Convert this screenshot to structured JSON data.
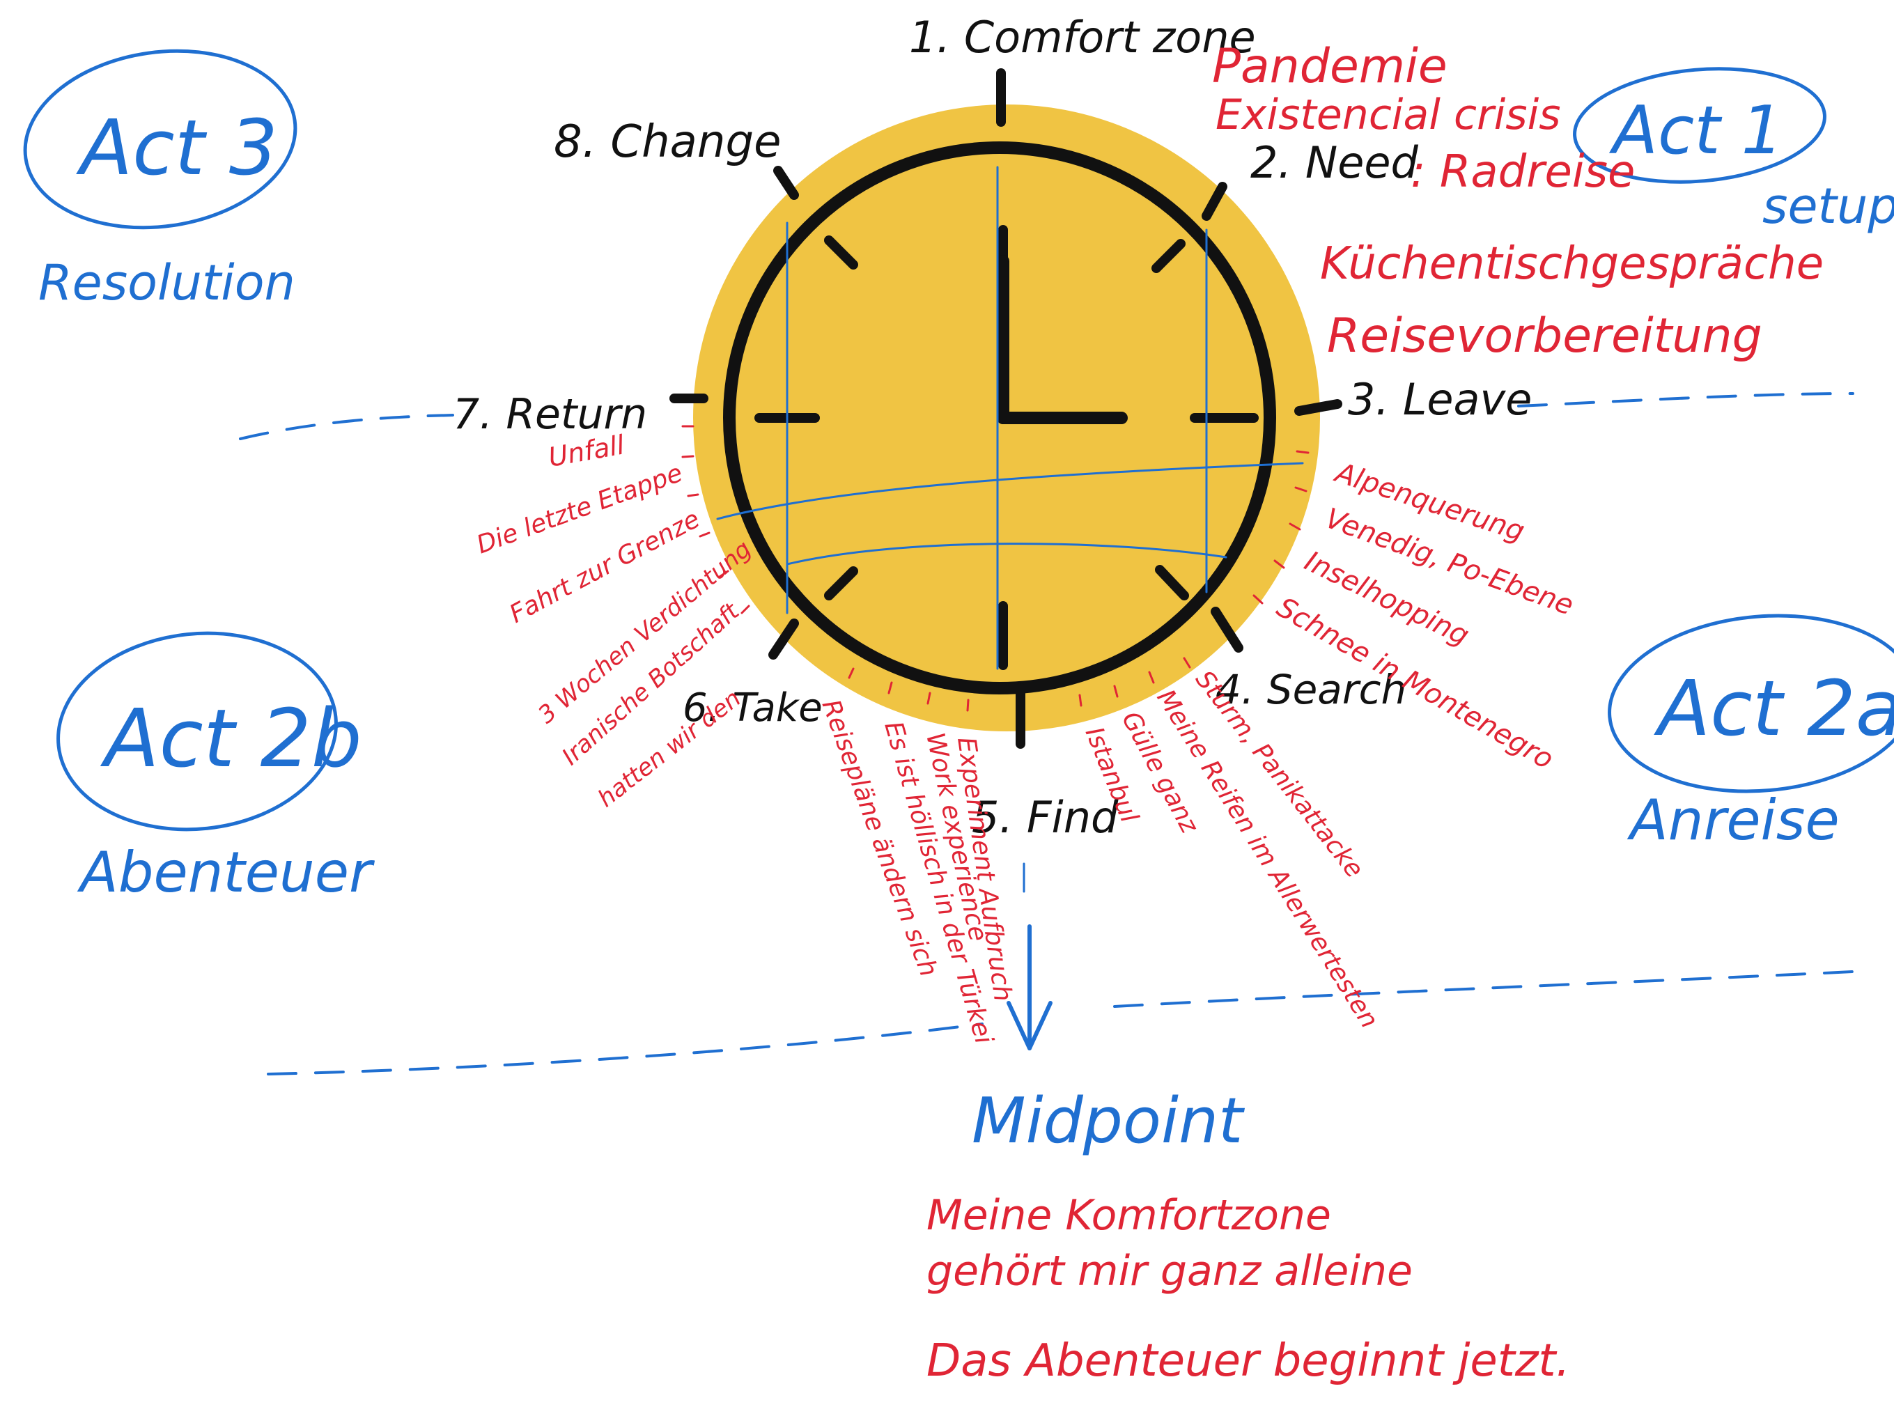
{
  "colors": {
    "ink_black": "#111111",
    "ink_red": "#e02535",
    "ink_blue": "#1f6fd1",
    "clock_fill": "#f0c443"
  },
  "clock_icon": "clock-face-icon",
  "arrow_icon": "down-arrow-icon",
  "acts": {
    "act1": {
      "title": "Act 1",
      "subtitle": "setup"
    },
    "act2a": {
      "title": "Act 2a",
      "subtitle": "Anreise"
    },
    "act2b": {
      "title": "Act 2b",
      "subtitle": "Abenteuer"
    },
    "act3": {
      "title": "Act 3",
      "subtitle": "Resolution"
    }
  },
  "steps": {
    "s1": "1. Comfort zone",
    "s2": "2. Need",
    "s3": "3. Leave",
    "s4": "4. Search",
    "s5": "5. Find",
    "s6": "6. Take",
    "s7": "7. Return",
    "s8": "8. Change"
  },
  "notes": {
    "need": {
      "lines": [
        "Pandemie",
        "Existencial crisis"
      ],
      "suffix": ": Radreise"
    },
    "leave": [
      "Küchentischgespräche",
      "Reisevorbereitung"
    ],
    "search": [
      "Alpenquerung",
      "Venedig, Po-Ebene",
      "Inselhopping",
      "Schnee in Montenegro"
    ],
    "find": [
      "Sturm, Panikattacke",
      "Meine Reifen im Allerwertesten",
      "Gülle ganz",
      "Istanbul",
      "Experiment Aufbruch",
      "Work experience",
      "Es ist höllisch in der Türkei",
      "Reisepläne ändern sich"
    ],
    "take": [
      "Iranische Botschaft",
      "hatten wir den",
      "3 Wochen Verdichtung",
      "Fahrt zur Grenze",
      "Die letzte Etappe",
      "Unfall"
    ]
  },
  "midpoint": {
    "title": "Midpoint",
    "lines": [
      "Meine Komfortzone",
      "gehört mir ganz alleine",
      "Das Abenteuer beginnt jetzt."
    ]
  }
}
